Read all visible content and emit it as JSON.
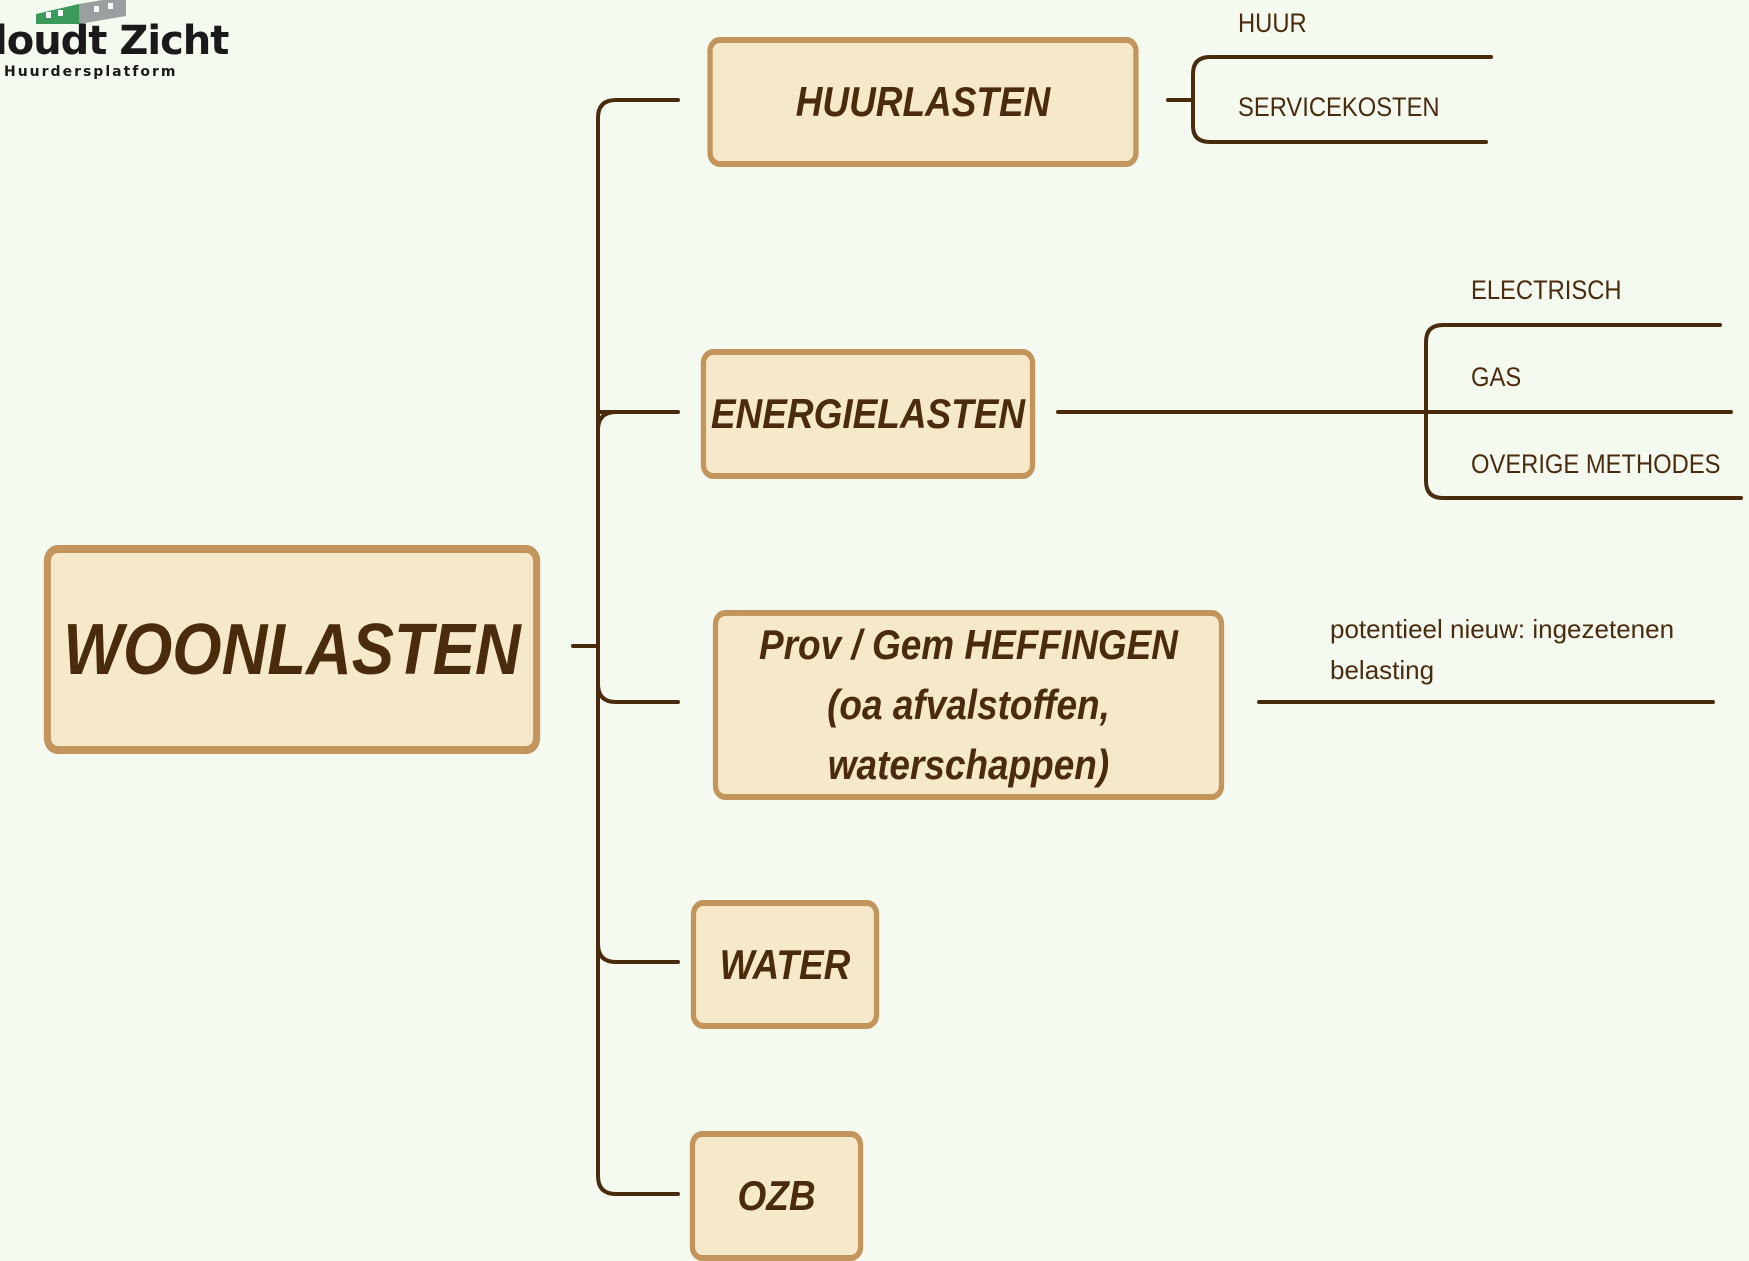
{
  "logo": {
    "title": "loudt Zicht",
    "subtitle": "Huurdersplatform"
  },
  "colors": {
    "background": "#f4faf0",
    "node_fill": "#f5e9c9",
    "node_border": "#c3955c",
    "line": "#4a2b0e",
    "text": "#4a2b0e"
  },
  "root": {
    "label": "WOONLASTEN"
  },
  "branches": [
    {
      "label": "HUURLASTEN",
      "leaves": [
        "HUUR",
        "SERVICEKOSTEN"
      ]
    },
    {
      "label": "ENERGIELASTEN",
      "leaves": [
        "ELECTRISCH",
        "GAS",
        "OVERIGE METHODES"
      ]
    },
    {
      "label": "Prov / Gem  HEFFINGEN (oa afvalstoffen, waterschappen)",
      "leaves": [
        "potentieel nieuw: ingezetenen belasting"
      ]
    },
    {
      "label": "WATER",
      "leaves": []
    },
    {
      "label": "OZB",
      "leaves": []
    }
  ]
}
